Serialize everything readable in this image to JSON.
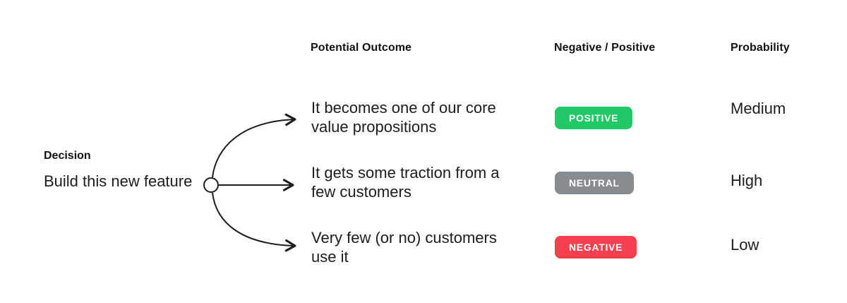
{
  "decision": {
    "label": "Decision",
    "text": "Build this new feature"
  },
  "headers": {
    "outcome": "Potential Outcome",
    "sentiment": "Negative / Positive",
    "probability": "Probability"
  },
  "rows": [
    {
      "outcome": "It becomes one of our core\nvalue propositions",
      "badge": "POSITIVE",
      "badge_color": "#1EC966",
      "probability": "Medium"
    },
    {
      "outcome": "It gets some traction from a\nfew customers",
      "badge": "NEUTRAL",
      "badge_color": "#868C8F",
      "probability": "High"
    },
    {
      "outcome": "Very few (or no) customers\nuse it",
      "badge": "NEGATIVE",
      "badge_color": "#F4404F",
      "probability": "Low"
    }
  ],
  "colors": {
    "line": "#1d1d1f",
    "text": "#1d1d1f",
    "background": "#ffffff"
  }
}
